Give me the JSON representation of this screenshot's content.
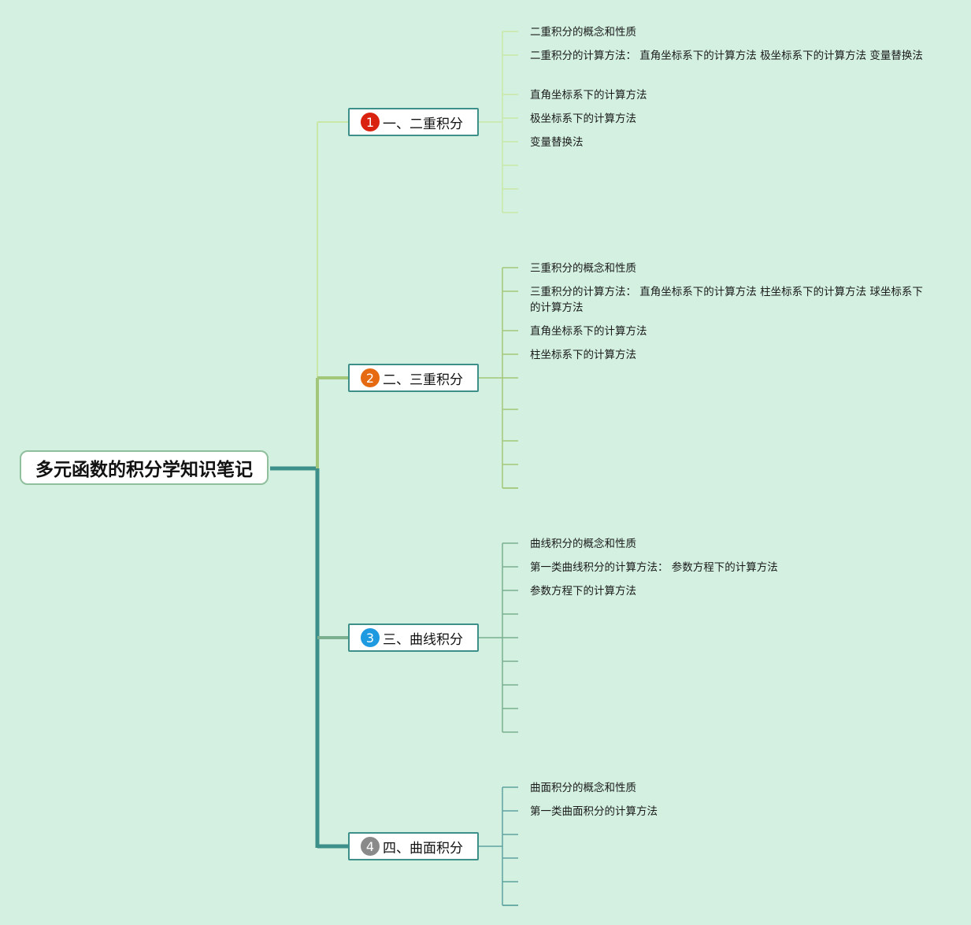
{
  "root": {
    "title": "多元函数的积分学知识笔记"
  },
  "colors": {
    "background": "#d3f0e1",
    "trunk": "#3d8f8a",
    "branch1_line": "#c9e8a8",
    "branch2_line": "#a3c77a",
    "branch3_line": "#7ab08f",
    "branch4_line": "#3d8f8a"
  },
  "branches": [
    {
      "index": "1",
      "badge_color": "#d9220f",
      "label": "一、二重积分",
      "leaves": [
        "二重积分的概念和性质",
        "二重积分的计算方法： 直角坐标系下的计算方法 极坐标系下的计算方法 变量替换法",
        "直角坐标系下的计算方法",
        "极坐标系下的计算方法",
        "变量替换法",
        "",
        "",
        ""
      ]
    },
    {
      "index": "2",
      "badge_color": "#e56a11",
      "label": "二、三重积分",
      "leaves": [
        "三重积分的概念和性质",
        "三重积分的计算方法： 直角坐标系下的计算方法 柱坐标系下的计算方法 球坐标系下的计算方法",
        "直角坐标系下的计算方法",
        "柱坐标系下的计算方法",
        "",
        "",
        "",
        "",
        "",
        ""
      ]
    },
    {
      "index": "3",
      "badge_color": "#1e9ae0",
      "label": "三、曲线积分",
      "leaves": [
        "曲线积分的概念和性质",
        "第一类曲线积分的计算方法： 参数方程下的计算方法",
        "参数方程下的计算方法",
        "",
        "",
        "",
        "",
        "",
        ""
      ]
    },
    {
      "index": "4",
      "badge_color": "#8a8a8a",
      "label": "四、曲面积分",
      "leaves": [
        "曲面积分的概念和性质",
        "第一类曲面积分的计算方法",
        "",
        "",
        "",
        "",
        ""
      ]
    }
  ]
}
